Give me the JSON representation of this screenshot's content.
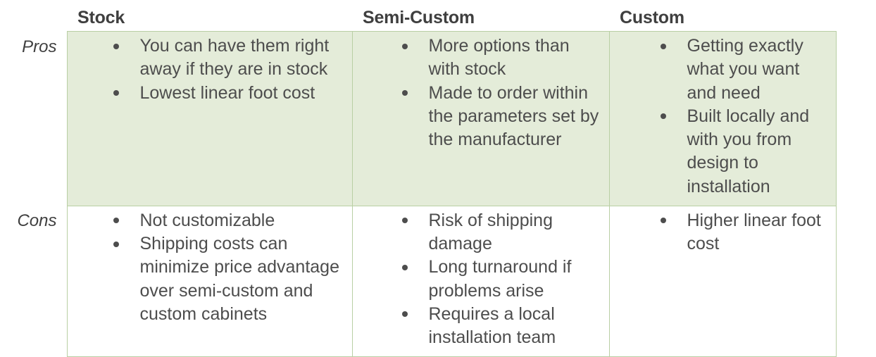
{
  "table": {
    "column_headers": [
      "",
      "Stock",
      "Semi-Custom",
      "Custom"
    ],
    "row_labels": [
      "Pros",
      "Cons"
    ],
    "colors": {
      "pros_row_background": "#e4ecd9",
      "cons_row_background": "#ffffff",
      "border": "#b9cfa4",
      "text": "#4d4d4d",
      "header_text": "#3f3f3f"
    },
    "rows": [
      {
        "label": "Pros",
        "cells": [
          {
            "column": "Stock",
            "bullets": [
              "You can have them right away if they are in stock",
              "Lowest linear foot cost"
            ]
          },
          {
            "column": "Semi-Custom",
            "bullets": [
              "More options than with stock",
              "Made to order within the parameters set by the manufacturer"
            ]
          },
          {
            "column": "Custom",
            "bullets": [
              "Getting exactly what you want and need",
              "Built locally and with you from design to installation"
            ]
          }
        ]
      },
      {
        "label": "Cons",
        "cells": [
          {
            "column": "Stock",
            "bullets": [
              "Not customizable",
              "Shipping costs can minimize price advantage over semi-custom and custom cabinets"
            ]
          },
          {
            "column": "Semi-Custom",
            "bullets": [
              "Risk of shipping damage",
              "Long turnaround if problems arise",
              "Requires a local installation team"
            ]
          },
          {
            "column": "Custom",
            "bullets": [
              "Higher linear foot cost"
            ]
          }
        ]
      }
    ]
  }
}
